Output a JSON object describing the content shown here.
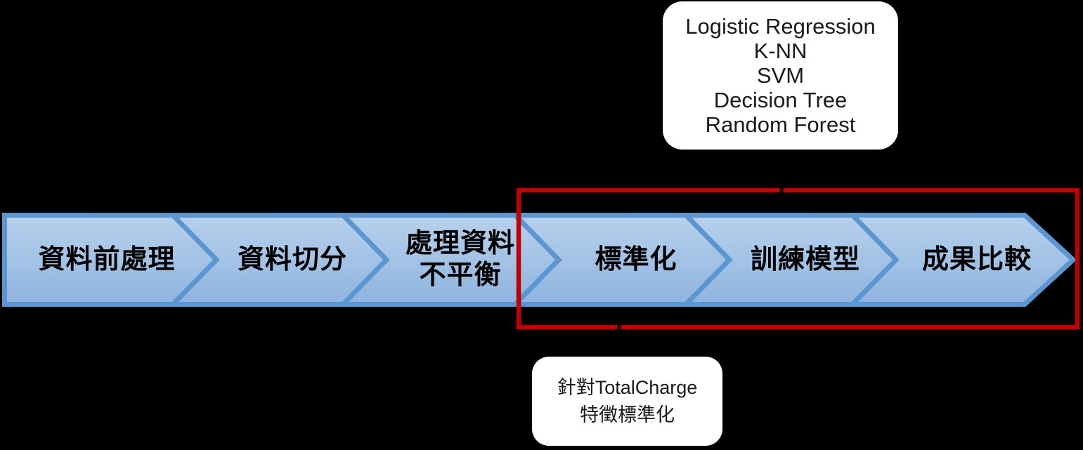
{
  "diagram": {
    "steps": [
      {
        "label": "資料前處理"
      },
      {
        "label": "資料切分"
      },
      {
        "label": "處理資料",
        "label2": "不平衡"
      },
      {
        "label": "標準化"
      },
      {
        "label": "訓練模型"
      },
      {
        "label": "成果比較"
      }
    ],
    "models_callout": {
      "lines": [
        "Logistic Regression",
        "K-NN",
        "SVM",
        "Decision Tree",
        "Random Forest"
      ]
    },
    "standardization_callout": {
      "line1": "針對TotalCharge",
      "line2": "特徵標準化"
    },
    "colors": {
      "background": "#000000",
      "band_fill_top": "#b7d1ec",
      "band_fill_bottom": "#8fb4df",
      "band_border": "#5b96d1",
      "highlight_red": "#c00000",
      "connector_black": "#000000",
      "callout_bg": "#ffffff",
      "text": "#000000"
    }
  }
}
